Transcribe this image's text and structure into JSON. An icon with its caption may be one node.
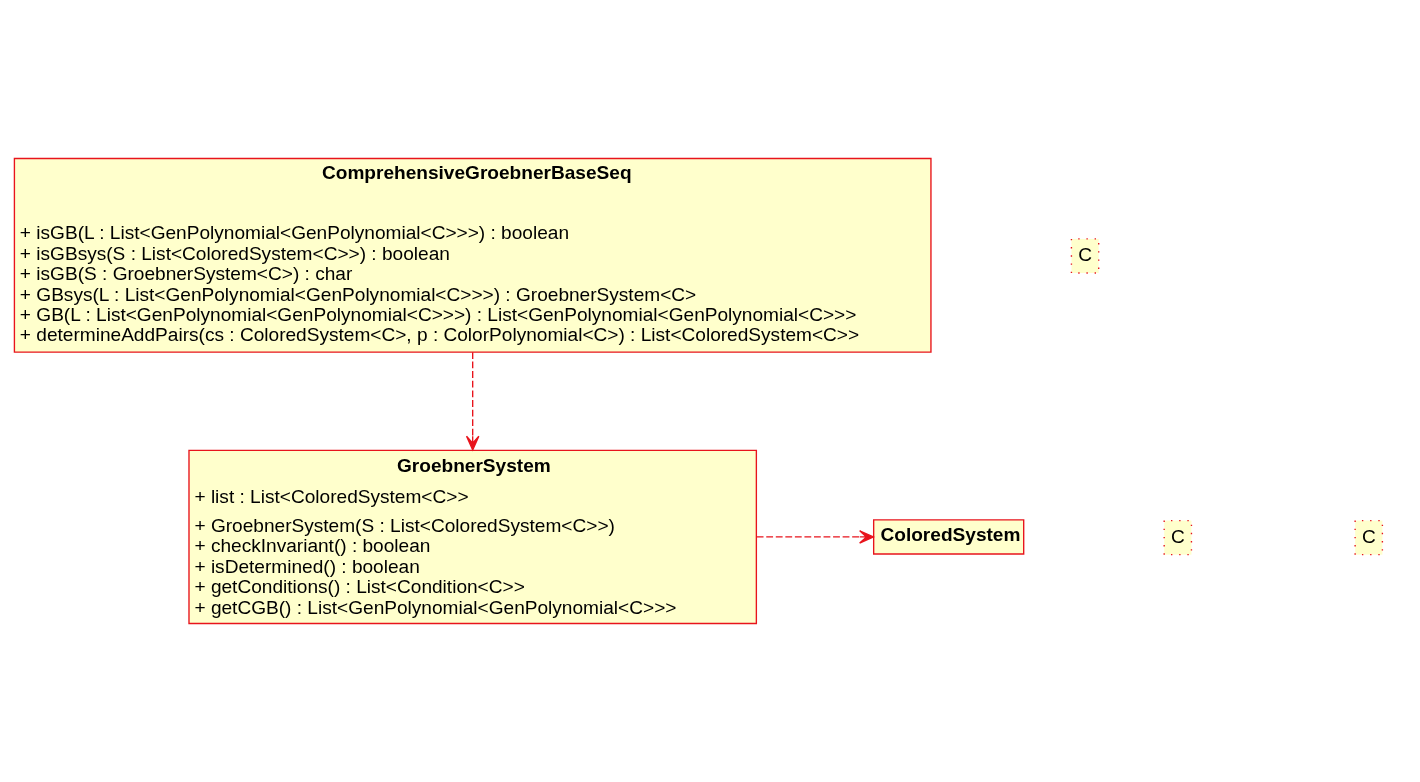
{
  "diagram": {
    "nodes": [
      {
        "text": [
          "ComprehensiveGroebnerBaseSeq",
          "+ isGB(L : List<GenPolynomial<GenPolynomial<C>>>) : boolean",
          "+ isGBsys(S : List<ColoredSystem<C>>) : boolean",
          "+ isGB(S : GroebnerSystem<C>) : char",
          "+ GBsys(L : List<GenPolynomial<GenPolynomial<C>>>) : GroebnerSystem<C>",
          "+ GB(L : List<GenPolynomial<GenPolynomial<C>>>) : List<GenPolynomial<GenPolynomial<C>>>",
          "+ determineAddPairs(cs : ColoredSystem<C>, p : ColorPolynomial<C>) : List<ColoredSystem<C>>"
        ]
      },
      {
        "text": [
          "GroebnerSystem",
          "+ list : List<ColoredSystem<C>>",
          "+ GroebnerSystem(S : List<ColoredSystem<C>>)",
          "+ checkInvariant() : boolean",
          "+ isDetermined() : boolean",
          "+ getConditions() : List<Condition<C>>",
          "+ getCGB() : List<GenPolynomial<GenPolynomial<C>>>"
        ]
      },
      {
        "text": [
          "ColoredSystem"
        ]
      },
      {
        "text": [
          "C"
        ]
      },
      {
        "text": [
          "C"
        ]
      },
      {
        "text": [
          "C"
        ]
      }
    ],
    "edges": [
      {
        "from": 0,
        "to": 1,
        "arrow": "to",
        "style": "dashed"
      },
      {
        "from": 1,
        "to": 2,
        "arrow": "to",
        "style": "dashed"
      }
    ]
  }
}
